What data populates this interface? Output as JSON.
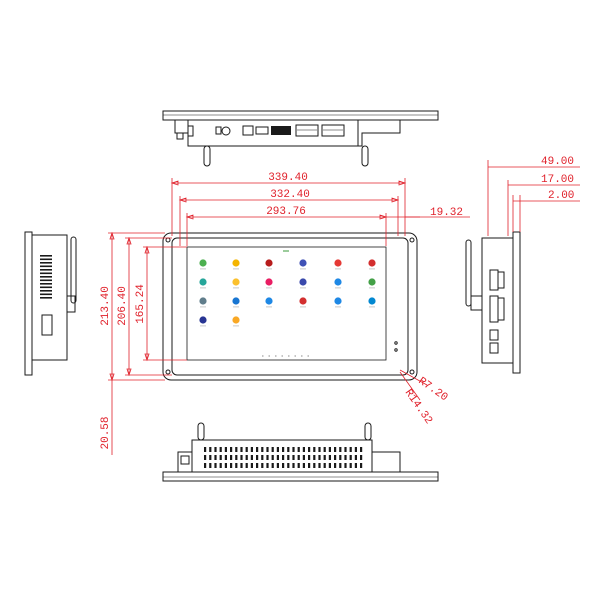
{
  "dimensions": {
    "width_outer": "339.40",
    "width_mid": "332.40",
    "width_screen": "293.76",
    "offset_right": "19.32",
    "height_outer": "213.40",
    "height_mid": "206.40",
    "height_screen": "165.24",
    "depth_bottom": "20.58",
    "side_depth_total": "49.00",
    "side_depth_mid": "17.00",
    "side_depth_small": "2.00",
    "radius_inner": "R7.20",
    "radius_outer": "R14.32"
  },
  "colors": {
    "dimension": "#e0202a",
    "line": "#1a1a1a"
  },
  "app_icons": [
    {
      "color": "#4caf50",
      "icon": "clock-icon"
    },
    {
      "color": "#f4b400",
      "icon": "folder-icon"
    },
    {
      "color": "#b71c1c",
      "icon": "settings-icon"
    },
    {
      "color": "#3f51b5",
      "icon": "grid-icon"
    },
    {
      "color": "#e53935",
      "icon": "download-icon"
    },
    {
      "color": "#d32f2f",
      "icon": "record-icon"
    },
    {
      "color": "#26a69a",
      "icon": "gallery-icon"
    },
    {
      "color": "#fbc02d",
      "icon": "mail-icon"
    },
    {
      "color": "#e91e63",
      "icon": "video-icon"
    },
    {
      "color": "#3949ab",
      "icon": "gear-icon"
    },
    {
      "color": "#1e88e5",
      "icon": "music-icon"
    },
    {
      "color": "#43a047",
      "icon": "files-icon"
    },
    {
      "color": "#607d8b",
      "icon": "search-icon"
    },
    {
      "color": "#1976d2",
      "icon": "browser-icon"
    },
    {
      "color": "#1e88e5",
      "icon": "contacts-icon"
    },
    {
      "color": "#d32f2f",
      "icon": "camera-icon"
    },
    {
      "color": "#1e88e5",
      "icon": "location-icon"
    },
    {
      "color": "#0288d1",
      "icon": "store-icon"
    },
    {
      "color": "#283593",
      "icon": "calendar-icon"
    },
    {
      "color": "#f9a825",
      "icon": "notes-icon"
    }
  ]
}
